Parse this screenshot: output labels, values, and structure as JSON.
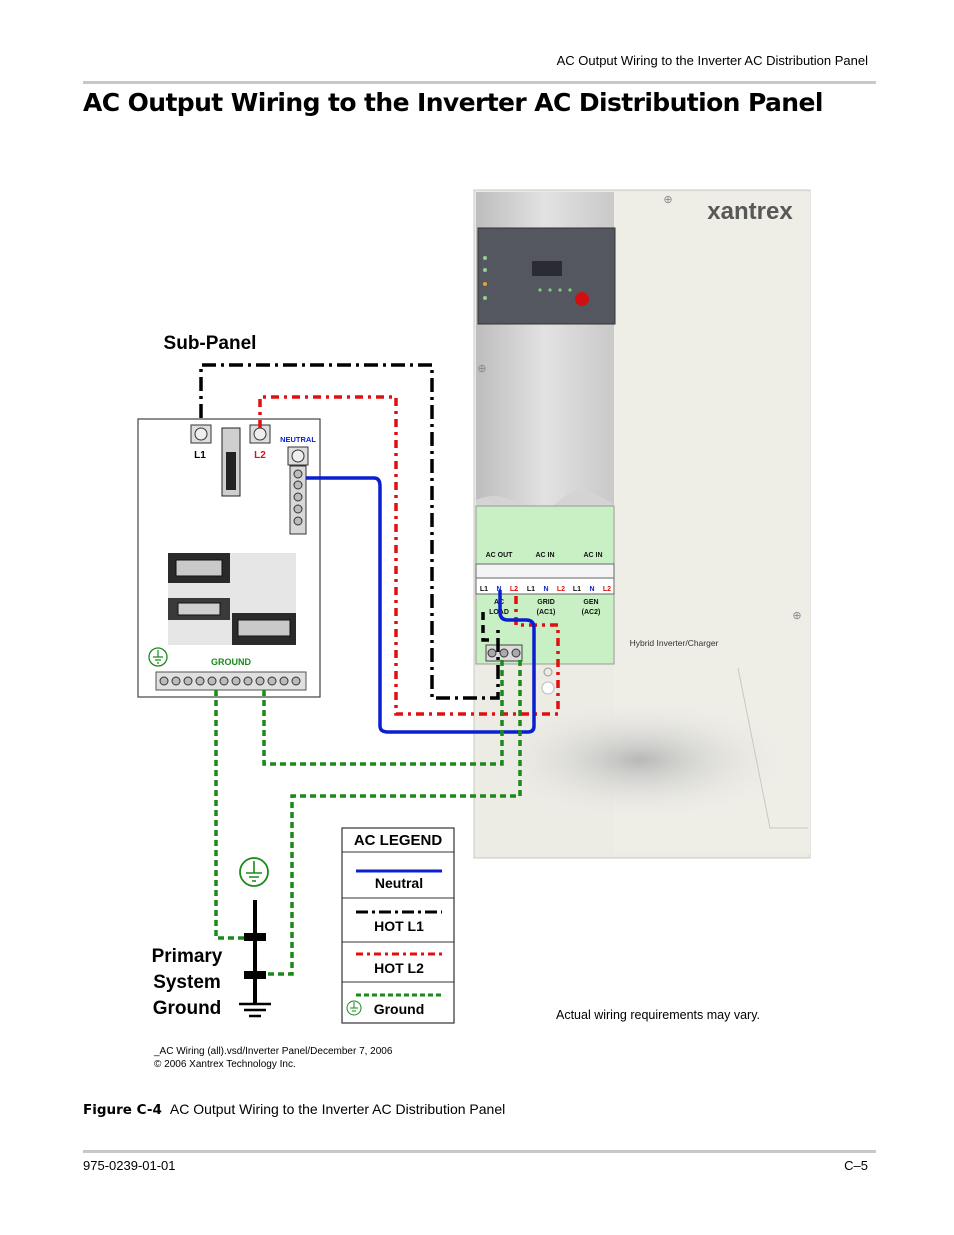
{
  "header": {
    "running_title": "AC Output Wiring to the Inverter AC Distribution Panel"
  },
  "page_title": "AC Output Wiring to the Inverter AC Distribution Panel",
  "figure": {
    "brand": "xantrex",
    "subpanel_title": "Sub-Panel",
    "subpanel_labels": {
      "l1": "L1",
      "l2": "L2",
      "neutral": "NEUTRAL",
      "ground": "GROUND"
    },
    "terminal_headers": {
      "ac_out": "AC OUT",
      "ac_in_1": "AC IN",
      "ac_in_2": "AC IN"
    },
    "terminal_labels": [
      "L1",
      "N",
      "L2",
      "L1",
      "N",
      "L2",
      "L1",
      "N",
      "L2"
    ],
    "terminal_groups": {
      "ac_load_1": "AC",
      "ac_load_2": "LOAD",
      "grid_1": "GRID",
      "grid_2": "(AC1)",
      "gen_1": "GEN",
      "gen_2": "(AC2)"
    },
    "product_name": "Hybrid Inverter/Charger",
    "legend": {
      "title": "AC LEGEND",
      "items": [
        {
          "label": "Neutral",
          "color": "#0a1fd0"
        },
        {
          "label": "HOT L1",
          "color": "#000000"
        },
        {
          "label": "HOT L2",
          "color": "#e01010"
        },
        {
          "label": "Ground",
          "color": "#1a8a1a"
        }
      ]
    },
    "ground_label": [
      "Primary",
      "System",
      "Ground"
    ],
    "note": "Actual wiring requirements may vary.",
    "file_info": "_AC Wiring (all).vsd/Inverter Panel/December 7, 2006",
    "copyright": "© 2006 Xantrex Technology Inc."
  },
  "caption": {
    "label": "Figure C-4",
    "text": "AC Output Wiring to the Inverter AC Distribution Panel"
  },
  "footer": {
    "doc_number": "975-0239-01-01",
    "page": "C–5"
  }
}
